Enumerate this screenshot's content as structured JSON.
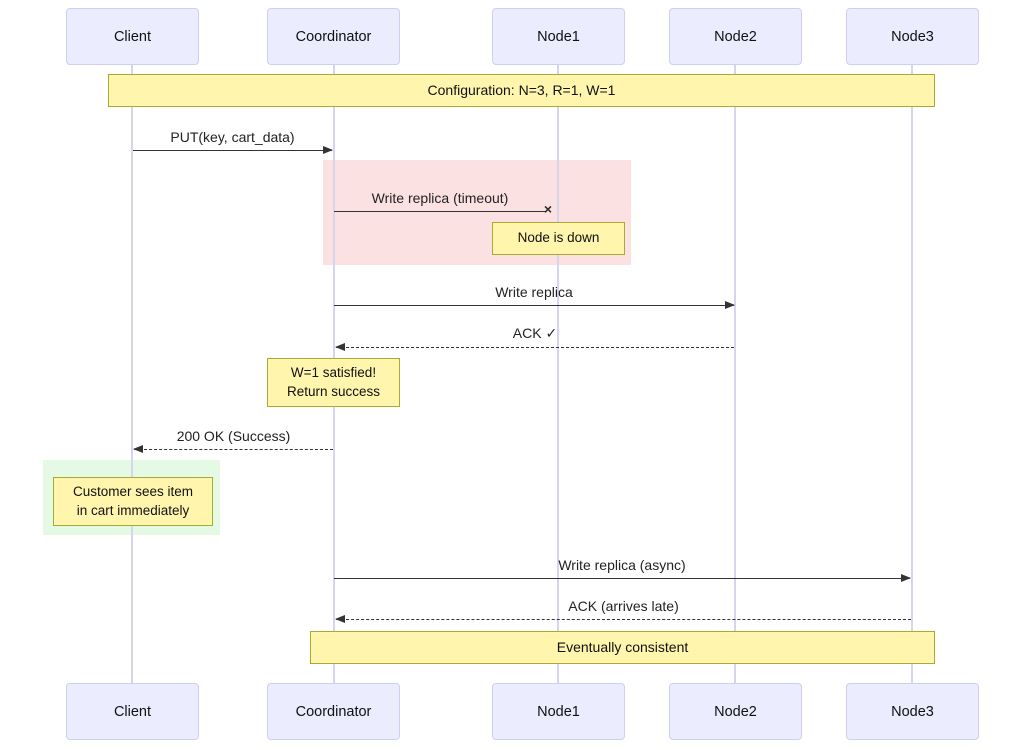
{
  "diagram": {
    "type": "sequence-diagram",
    "background": "#ffffff",
    "actors": [
      {
        "name": "Client"
      },
      {
        "name": "Coordinator"
      },
      {
        "name": "Node1"
      },
      {
        "name": "Node2"
      },
      {
        "name": "Node3"
      }
    ],
    "config_note": {
      "text": "Configuration: N=3, R=1, W=1",
      "spans": "Client..Node3"
    },
    "messages": [
      {
        "from": "Client",
        "to": "Coordinator",
        "label": "PUT(key, cart_data)",
        "line": "solid",
        "end": "arrow"
      },
      {
        "from": "Coordinator",
        "to": "Node1",
        "label": "Write replica (timeout)",
        "line": "solid",
        "end": "cross"
      },
      {
        "from": "Coordinator",
        "to": "Node2",
        "label": "Write replica",
        "line": "solid",
        "end": "arrow"
      },
      {
        "from": "Node2",
        "to": "Coordinator",
        "label": "ACK ✓",
        "line": "dashed",
        "end": "arrow"
      },
      {
        "from": "Coordinator",
        "to": "Client",
        "label": "200 OK (Success)",
        "line": "dashed",
        "end": "arrow"
      },
      {
        "from": "Coordinator",
        "to": "Node3",
        "label": "Write replica (async)",
        "line": "solid",
        "end": "arrow"
      },
      {
        "from": "Node3",
        "to": "Coordinator",
        "label": "ACK (arrives late)",
        "line": "dashed",
        "end": "arrow"
      }
    ],
    "notes": [
      {
        "text": "Node is down",
        "over": "Node1"
      },
      {
        "text": "W=1 satisfied!\nReturn success",
        "over": "Coordinator"
      },
      {
        "text": "Customer sees item\nin cart immediately",
        "over": "Client"
      },
      {
        "text": "Eventually consistent",
        "over": "Coordinator..Node3"
      }
    ],
    "highlights": [
      {
        "purpose": "failure-region",
        "color": "#fce1e3"
      },
      {
        "purpose": "success-region",
        "color": "#e4fae4"
      }
    ],
    "markers": {
      "cross": "×"
    },
    "colors": {
      "actor_fill": "#ececff",
      "actor_border": "#cfcfef",
      "lifeline": "#d5d5ec",
      "note_fill": "#fff5ad",
      "note_border": "#aaaa33",
      "message_line": "#333333",
      "text": "#1a1a1a"
    }
  }
}
